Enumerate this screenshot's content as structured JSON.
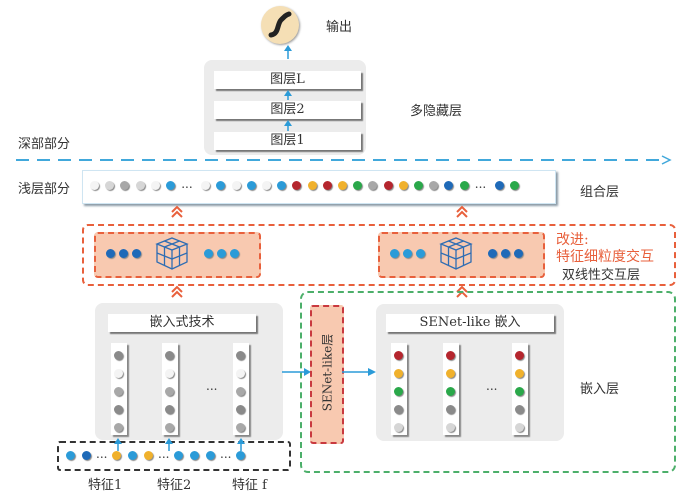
{
  "colors": {
    "blue": "#2b9bd8",
    "dark_blue": "#1f6ab8",
    "red": "#b5262e",
    "yellow": "#f0b12c",
    "green": "#2aa84a",
    "gray": "#a8a8a8",
    "dark_gray": "#8a8a8a",
    "light_gray": "#d6d6d6",
    "white": "#f4f4f4",
    "orange": "#e8603c",
    "peach": "#f8c9b0",
    "dashed_green": "#4caf6a",
    "divider": "#41a8db",
    "output_circle": "#f5dfb5"
  },
  "output": {
    "label": "输出",
    "icon": "sigmoid-curve-icon"
  },
  "hidden_layers": {
    "label": "多隐藏层",
    "layers": [
      "图层L",
      "图层2",
      "图层1"
    ]
  },
  "divider": {
    "deep_label": "深部部分",
    "shallow_label": "浅层部分"
  },
  "combination_layer": {
    "label": "组合层",
    "dots": [
      "white",
      "light_gray",
      "gray",
      "light_gray",
      "white",
      "blue",
      "...",
      "white",
      "blue",
      "white",
      "blue",
      "white",
      "blue",
      "red",
      "yellow",
      "red",
      "yellow",
      "green",
      "gray",
      "red",
      "yellow",
      "green",
      "gray",
      "dark_blue",
      "green",
      "...",
      "dark_blue",
      "green"
    ]
  },
  "bilinear_layer": {
    "label": "双线性交互层",
    "improvement_label": "改进:",
    "improvement_text": "特征细粒度交互",
    "left_block": {
      "left_dots": [
        "dark_blue",
        "dark_blue",
        "dark_blue"
      ],
      "right_dots": [
        "blue",
        "blue",
        "blue"
      ]
    },
    "right_block": {
      "left_dots": [
        "blue",
        "blue",
        "blue"
      ],
      "right_dots": [
        "dark_blue",
        "dark_blue",
        "dark_blue"
      ]
    }
  },
  "embedding": {
    "layer_label": "嵌入层",
    "technique_label": "嵌入式技术",
    "senet_layer_label": "SENet-like层",
    "senet_embed_label": "SENet-like 嵌入",
    "ellipsis": "...",
    "gray_column": [
      "dark_gray",
      "white",
      "gray",
      "dark_gray",
      "gray"
    ],
    "color_column": [
      "red",
      "yellow",
      "green",
      "dark_gray",
      "light_gray"
    ]
  },
  "input": {
    "dots": [
      "blue",
      "dark_blue",
      "...",
      "yellow",
      "blue",
      "yellow",
      "...",
      "blue",
      "blue",
      "blue",
      "...",
      "blue"
    ],
    "features": [
      "特征1",
      "特征2",
      "特征 f"
    ]
  }
}
